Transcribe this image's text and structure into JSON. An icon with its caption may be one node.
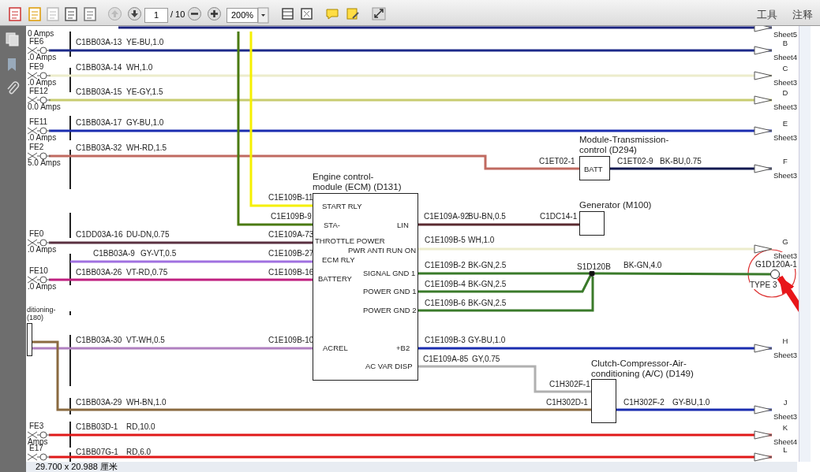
{
  "diagram": {
    "nodes": [
      {
        "text": [
          "Engine control- module (ECM) (D131)",
          "START RLY",
          "STA-",
          "LIN",
          "THROTTLE POWER",
          "PWR ANTI RUN ON",
          "ECM RLY",
          "SIGNAL GND 1",
          "BATTERY",
          "POWER GND 1",
          "POWER GND 2",
          "ACREL",
          "+B2",
          "AC VAR DISP"
        ]
      },
      {
        "text": [
          "Module-Transmission- control (D294)",
          "BATT"
        ]
      },
      {
        "text": [
          "Generator (M100)"
        ]
      },
      {
        "text": [
          "Clutch-Compressor-Air- conditioning (A/C) (D149)"
        ]
      },
      {
        "text": [
          "ditioning- (180)"
        ]
      },
      {
        "text": [],
        "shape": "circle",
        "beside": [
          "S1D120B"
        ]
      },
      {
        "text": [],
        "shape": "circle",
        "beside": [
          "G1D120A-1",
          "TYPE 3"
        ]
      },
      {
        "text": [
          "FE6"
        ],
        "beside": [
          ".0 Amps"
        ]
      },
      {
        "text": [
          "FE9"
        ],
        "beside": [
          ".0 Amps"
        ]
      },
      {
        "text": [
          "FE12"
        ],
        "beside": [
          "0.0 Amps"
        ]
      },
      {
        "text": [
          "FE11"
        ],
        "beside": [
          ".0 Amps"
        ]
      },
      {
        "text": [
          "FE2"
        ],
        "beside": [
          "5.0 Amps"
        ]
      },
      {
        "text": [
          "FE0"
        ],
        "beside": [
          ".0 Amps"
        ]
      },
      {
        "text": [
          "FE10"
        ],
        "beside": [
          ".0 Amps"
        ]
      },
      {
        "text": [
          "FE3"
        ],
        "beside": [
          "Amps"
        ]
      },
      {
        "text": [
          "E17"
        ]
      },
      {
        "text": [
          "Sheet5"
        ]
      },
      {
        "text": [
          "B",
          "Sheet4"
        ]
      },
      {
        "text": [
          "C",
          "Sheet3"
        ]
      },
      {
        "text": [
          "D",
          "Sheet3"
        ]
      },
      {
        "text": [
          "E",
          "Sheet3"
        ]
      },
      {
        "text": [
          "F",
          "Sheet3"
        ]
      },
      {
        "text": [
          "G",
          "Sheet3"
        ]
      },
      {
        "text": [
          "H",
          "Sheet3"
        ]
      },
      {
        "text": [
          "J",
          "Sheet3"
        ]
      },
      {
        "text": [
          "K",
          "Sheet4"
        ]
      },
      {
        "text": [
          "L"
        ]
      }
    ],
    "edges": [
      {
        "from": null,
        "to": 16,
        "arrow": "to",
        "color": "#1a237e"
      },
      {
        "from": 7,
        "to": 17,
        "arrow": "to",
        "label": "YE-BU,1.0",
        "color": "#1c2a8a"
      },
      {
        "from": 8,
        "to": 18,
        "arrow": "to",
        "label": "WH,1.0",
        "color": "#ececcc"
      },
      {
        "from": 9,
        "to": 19,
        "arrow": "to",
        "label": "YE-GY,1.5",
        "color": "#c8cc70"
      },
      {
        "from": 10,
        "to": 20,
        "arrow": "to",
        "label": "GY-BU,1.0",
        "color": "#1a2db0"
      },
      {
        "from": 11,
        "to": 1,
        "arrow": "none",
        "label": "WH-RD,1.5",
        "color": "#c06a60"
      },
      {
        "from": 1,
        "to": 21,
        "arrow": "to",
        "label": "BK-BU,0.75",
        "color": "#101850"
      },
      {
        "from": null,
        "to": 0,
        "arrow": "none",
        "color": "#f5f000"
      },
      {
        "from": null,
        "to": 0,
        "arrow": "none",
        "color": "#4a7a10"
      },
      {
        "from": 12,
        "to": 0,
        "arrow": "none",
        "label": "DU-DN,0.75",
        "color": "#5a3040"
      },
      {
        "from": null,
        "to": 0,
        "arrow": "none",
        "label": "GY-VT,0.5",
        "color": "#a070e0"
      },
      {
        "from": 13,
        "to": 0,
        "arrow": "none",
        "label": "VT-RD,0.75",
        "color": "#c02080"
      },
      {
        "from": 4,
        "to": 0,
        "arrow": "none",
        "label": "VT-WH,0.5",
        "color": "#b080c0"
      },
      {
        "from": 4,
        "to": 3,
        "arrow": "none",
        "label": "WH-BN,1.0",
        "color": "#8a6a40"
      },
      {
        "from": 14,
        "to": 25,
        "arrow": "to",
        "label": "RD,10.0",
        "color": "#e01818"
      },
      {
        "from": 15,
        "to": 26,
        "arrow": "to",
        "label": "RD,6.0",
        "color": "#e01818"
      },
      {
        "from": 0,
        "to": 2,
        "arrow": "none",
        "label": "BU-BN,0.5",
        "color": "#5a2a30"
      },
      {
        "from": 0,
        "to": 22,
        "arrow": "to",
        "label": "WH,1.0",
        "color": "#ececcc"
      },
      {
        "from": 0,
        "to": 5,
        "arrow": "none",
        "label": "BK-GN,2.5",
        "color": "#3a7a2a"
      },
      {
        "from": 0,
        "to": 5,
        "arrow": "none",
        "label": "BK-GN,2.5",
        "color": "#3a7a2a"
      },
      {
        "from": 0,
        "to": 5,
        "arrow": "none",
        "label": "BK-GN,2.5",
        "color": "#3a7a2a"
      },
      {
        "from": 5,
        "to": 6,
        "arrow": "none",
        "label": "BK-GN,4.0",
        "color": "#3a7a2a"
      },
      {
        "from": 0,
        "to": 23,
        "arrow": "to",
        "label": "GY-BU,1.0",
        "color": "#1a2db0"
      },
      {
        "from": 0,
        "to": 3,
        "arrow": "none",
        "label": "GY,0.75",
        "color": "#b0b0b0"
      },
      {
        "from": 3,
        "to": 24,
        "arrow": "to",
        "label": "GY-BU,1.0",
        "color": "#1a2db0"
      },
      {
        "from": null,
        "to": 6,
        "arrow": "to",
        "style": "thick",
        "color": "#e8161a"
      }
    ],
    "labels": [
      "1",
      "/ 10",
      "200%",
      "工具",
      "注释",
      "0 Amps",
      "C1BB03A-13",
      "C1BB03A-14",
      "C1BB03A-15",
      "C1BB03A-17",
      "C1BB03A-32",
      "C1ET02-1",
      "C1ET02-9",
      "C1E109B-11",
      "C1E109B-9",
      "C1E109A-92",
      "C1DC14-1",
      "C1DD03A-16",
      "C1E109A-73",
      "C1E109B-5",
      "C1BB03A-9",
      "C1E109B-27",
      "C1E109B-2",
      "C1BB03A-26",
      "C1E109B-16",
      "C1E109B-4",
      "C1E109B-6",
      "C1BB03A-30",
      "C1E109B-10",
      "C1E109B-3",
      "C1E109A-85",
      "C1H302F-1",
      "C1BB03A-29",
      "C1H302D-1",
      "C1H302F-2",
      "C1BB03D-1",
      "C1BB07G-1",
      "29.700 x 20.988 厘米"
    ]
  }
}
